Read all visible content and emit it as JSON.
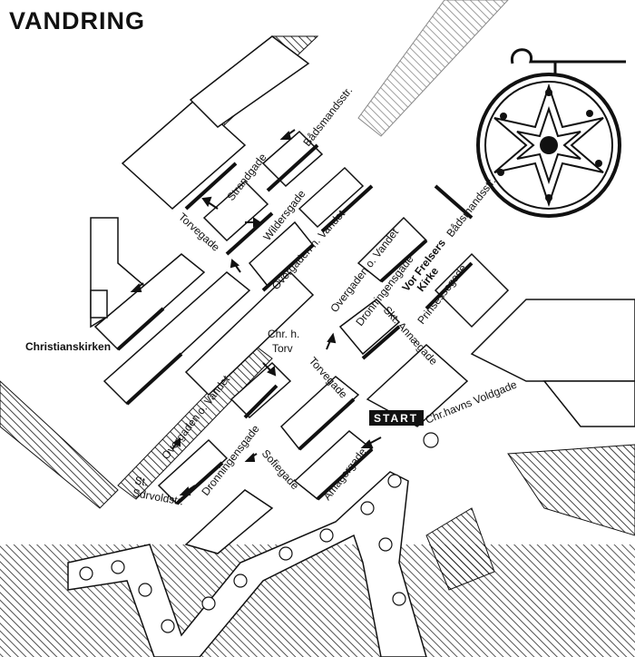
{
  "title": "VANDRING",
  "start_label": "START",
  "colors": {
    "ink": "#111111",
    "paper": "#ffffff"
  },
  "landmarks": {
    "church_west": "Christianskirken",
    "church_main": [
      "Vor Frelsers",
      "Kirke"
    ],
    "square": [
      "Chr. h.",
      "Torv"
    ]
  },
  "streets": {
    "badsmandsstr_north": "Bådsmandsstr.",
    "strandgade": "Strandgade",
    "wildersgade": "Wildersgade",
    "torvegade_north": "Torvegade",
    "overgaden_n_vandet": "Overgaden n. Vandet",
    "overgaden_o_vandet_north": "Overgaden o. Vandet",
    "dronningensgade_north": "Dronningensgade",
    "badsmandsstr_east": "Bådsmandsstr.",
    "prinsessegade": "Prinsessegade",
    "skt_annaegade": "Skt. Annægade",
    "torvegade_south": "Torvegade",
    "chr_havns_voldgade": "Chr.havns Voldgade",
    "overgaden_o_vandet_south": "Overgaden o. Vandet",
    "dronningensgade_south": "Dronningensgade",
    "sofiegade": "Sofiegade",
    "amagergade": "Amagergade",
    "st_sdrvoldstr": [
      "St.",
      "Sdrvoldstr."
    ]
  }
}
